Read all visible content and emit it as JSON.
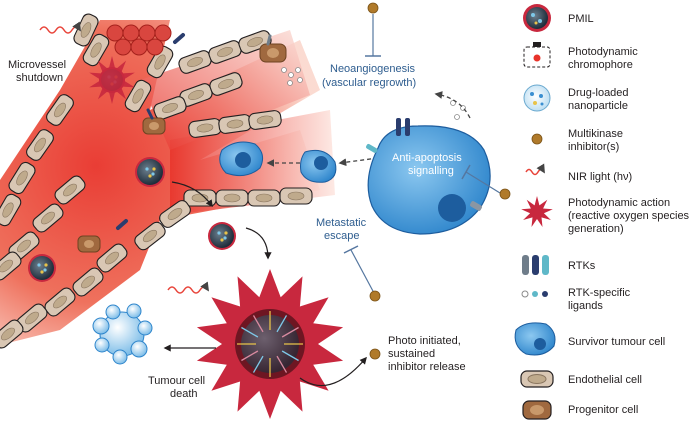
{
  "labels": {
    "microvessel_line1": "Microvessel",
    "microvessel_line2": "shutdown",
    "neoangio_line1": "Neoangiogenesis",
    "neoangio_line2": "(vascular regrowth)",
    "antiapop_line1": "Anti-apoptosis",
    "antiapop_line2": "signalling",
    "metastatic_line1": "Metastatic",
    "metastatic_line2": "escape",
    "photo_line1": "Photo initiated,",
    "photo_line2": "sustained",
    "photo_line3": "inhibitor release",
    "death_line1": "Tumour cell",
    "death_line2": "death"
  },
  "legend": {
    "pmil": "PMIL",
    "chromophore_1": "Photodynamic",
    "chromophore_2": "chromophore",
    "nanoparticle_1": "Drug-loaded",
    "nanoparticle_2": "nanoparticle",
    "multikinase_1": "Multikinase",
    "multikinase_2": "inhibitor(s)",
    "nir": "NIR light (hν)",
    "pdt_1": "Photodynamic action",
    "pdt_2": "(reactive oxygen species",
    "pdt_3": "generation)",
    "rtks": "RTKs",
    "ligands_1": "RTK-specific",
    "ligands_2": "ligands",
    "survivor": "Survivor tumour cell",
    "endothelial": "Endothelial cell",
    "progenitor": "Progenitor cell"
  },
  "colors": {
    "vessel_red": "#e8332a",
    "endothelial_fill": "#d9c7b4",
    "endothelial_nucleus": "#bfaa8c",
    "progenitor_fill": "#a0693f",
    "tumour_blue": "#3a8fd1",
    "tumour_nucleus": "#1d5d9e",
    "pdt_red": "#c8283e",
    "inhibitor_gold": "#b07a2a",
    "blue_line": "#5577a0"
  }
}
